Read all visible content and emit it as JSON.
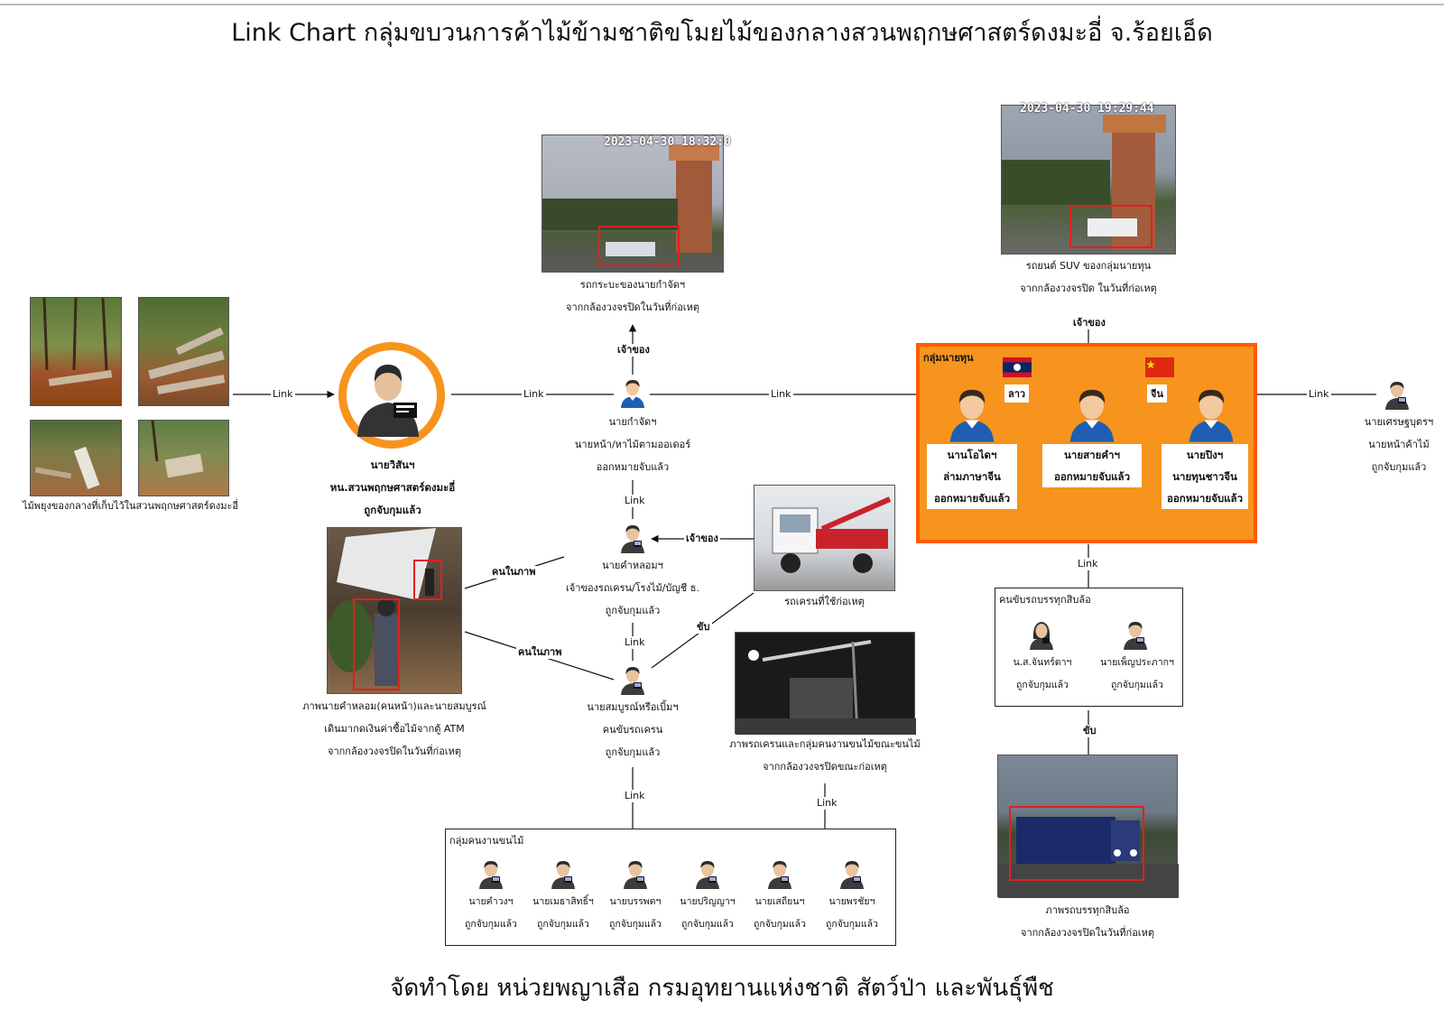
{
  "title": "Link Chart กลุ่มขบวนการค้าไม้ข้ามชาติขโมยไม้ของกลางสวนพฤกษศาสตร์ดงมะอี่ จ.ร้อยเอ็ด",
  "footer": "จัดทำโดย หน่วยพญาเสือ กรมอุทยานแห่งชาติ สัตว์ป่า และพันธุ์พืช",
  "colors": {
    "orange_fill": "#f7941d",
    "orange_border": "#ff5a00",
    "evidence_box": "#e02020",
    "shirt": "#1e5fb4"
  },
  "timestamps": {
    "pickup": "2023-04-30 18:32:0",
    "suv": "2023-04-30 19:29:44"
  },
  "links": {
    "link": "Link",
    "owner": "เจ้าของ",
    "in_photo": "คนในภาพ",
    "drive": "ขับ"
  },
  "timber": {
    "caption": "ไม้พยุงของกลางที่เก็บไว้ในสวนพฤกษศาสตร์ดงมะอี่"
  },
  "suspect1": {
    "lines": [
      "นายวิสันฯ",
      "หน.สวนพฤกษศาสตร์ดงมะอี่",
      "ถูกจับกุมแล้ว"
    ],
    "icon": "mugshot-person-icon"
  },
  "pickup": {
    "lines": [
      "รถกระบะของนายกำจัดฯ",
      "จากกล้องวงจรปิดในวันที่ก่อเหตุ"
    ]
  },
  "suv": {
    "lines": [
      "รถยนต์ SUV ของกลุ่มนายทุน",
      "จากกล้องวงจรปิด ในวันที่ก่อเหตุ"
    ]
  },
  "kamjad": {
    "lines": [
      "นายกำจัดฯ",
      "นายหน้า/หาไม้ตามออเดอร์",
      "ออกหมายจับแล้ว"
    ]
  },
  "khamlom": {
    "lines": [
      "นายคำหลอมฯ",
      "เจ้าของรถเครน/โรงไม้/บัญชี ธ.",
      "ถูกจับกุมแล้ว"
    ]
  },
  "crane": {
    "caption": "รถเครนที่ใช้ก่อเหตุ"
  },
  "atm": {
    "lines": [
      "ภาพนายคำหลอม(คนหน้า)และนายสมบูรณ์",
      "เดินมากดเงินค่าซื้อไม้จากตู้ ATM",
      "จากกล้องวงจรปิดในวันที่ก่อเหตุ"
    ]
  },
  "somboon": {
    "lines": [
      "นายสมบูรณ์หรือเบิ้มฯ",
      "คนขับรถเครน",
      "ถูกจับกุมแล้ว"
    ]
  },
  "night": {
    "lines": [
      "ภาพรถเครนและกลุ่มคนงานขนไม้ขณะขนไม้",
      "จากกล้องวงจรปิดขณะก่อเหตุ"
    ]
  },
  "capital": {
    "title": "กลุ่มนายทุน",
    "flag_laos": "ลาว",
    "flag_china": "จีน",
    "members": [
      {
        "lines": [
          "นานโอไดฯ",
          "ล่ามภาษาจีน",
          "ออกหมายจับแล้ว"
        ]
      },
      {
        "lines": [
          "นายสายคำฯ",
          "ออกหมายจับแล้ว"
        ]
      },
      {
        "lines": [
          "นายปิงฯ",
          "นายทุนชาวจีน",
          "ออกหมายจับแล้ว"
        ]
      }
    ]
  },
  "broker": {
    "lines": [
      "นายเศรษฐบุตรฯ",
      "นายหน้าค้าไม้",
      "ถูกจับกุมแล้ว"
    ]
  },
  "truck_drivers": {
    "title": "คนขับรถบรรทุกสิบล้อ",
    "members": [
      {
        "lines": [
          "น.ส.จันทร์ดาฯ",
          "ถูกจับกุมแล้ว"
        ]
      },
      {
        "lines": [
          "นายเพ็ญประภากฯ",
          "ถูกจับกุมแล้ว"
        ]
      }
    ]
  },
  "truck": {
    "lines": [
      "ภาพรถบรรทุกสิบล้อ",
      "จากกล้องวงจรปิดในวันที่ก่อเหตุ"
    ]
  },
  "workers": {
    "title": "กลุ่มคนงานขนไม้",
    "members": [
      {
        "lines": [
          "นายคำวงฯ",
          "ถูกจับกุมแล้ว"
        ]
      },
      {
        "lines": [
          "นายเมธาสิทธิ์ฯ",
          "ถูกจับกุมแล้ว"
        ]
      },
      {
        "lines": [
          "นายบรรพตฯ",
          "ถูกจับกุมแล้ว"
        ]
      },
      {
        "lines": [
          "นายปริญญาฯ",
          "ถูกจับกุมแล้ว"
        ]
      },
      {
        "lines": [
          "นายเสถียนฯ",
          "ถูกจับกุมแล้ว"
        ]
      },
      {
        "lines": [
          "นายพรชัยฯ",
          "ถูกจับกุมแล้ว"
        ]
      }
    ]
  }
}
